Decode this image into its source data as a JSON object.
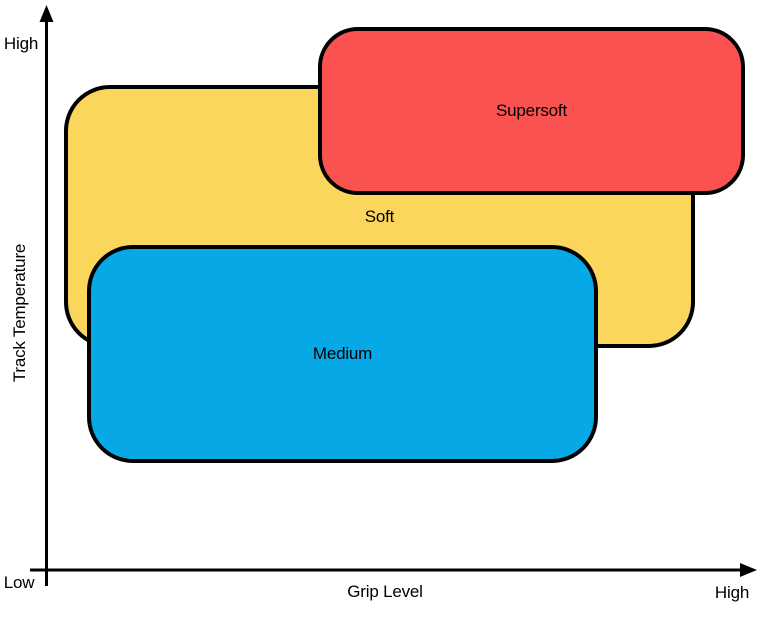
{
  "figure": {
    "y_axis": {
      "label": "Track Temperature",
      "max_label": "High",
      "min_label": "Low"
    },
    "x_axis": {
      "label": "Grip Level",
      "max_label": "High"
    },
    "axes_color": "#000000",
    "regions": [
      {
        "label": "Supersoft",
        "fill": "#FA5251",
        "stroke": "#000000",
        "grip_extent_frac": [
          0.38,
          0.98
        ],
        "temp_extent_frac": [
          0.67,
          0.97
        ]
      },
      {
        "label": "Soft",
        "fill": "#FBD65C",
        "stroke": "#000000",
        "grip_extent_frac": [
          0.02,
          0.91
        ],
        "temp_extent_frac": [
          0.4,
          0.86
        ]
      },
      {
        "label": "Medium",
        "fill": "#06A9E6",
        "stroke": "#000000",
        "grip_extent_frac": [
          0.06,
          0.78
        ],
        "temp_extent_frac": [
          0.19,
          0.58
        ]
      }
    ]
  }
}
